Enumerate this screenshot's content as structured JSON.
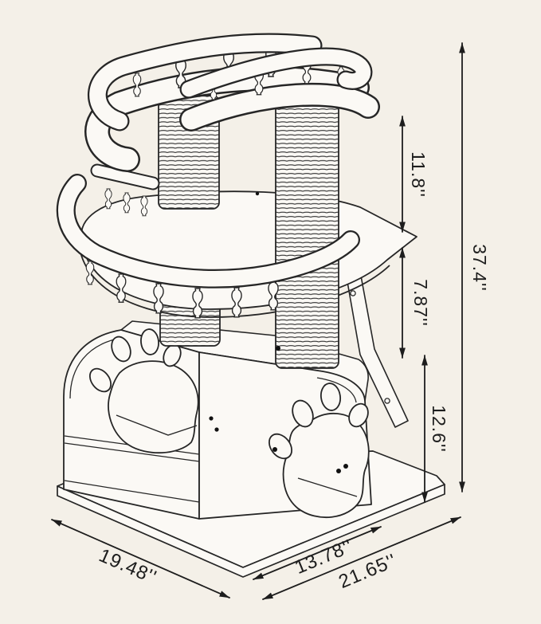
{
  "title": "Cat tree dimension diagram",
  "colors": {
    "background": "#f4f0e8",
    "ink": "#262626",
    "surface": "#fbf9f5"
  },
  "dimensions": {
    "gap_top_to_middle": "11.8''",
    "gap_middle_to_house": "7.87''",
    "house_height": "12.6''",
    "total_height": "37.4''",
    "base_depth": "19.48''",
    "house_width": "13.78''",
    "base_width": "21.65''"
  }
}
